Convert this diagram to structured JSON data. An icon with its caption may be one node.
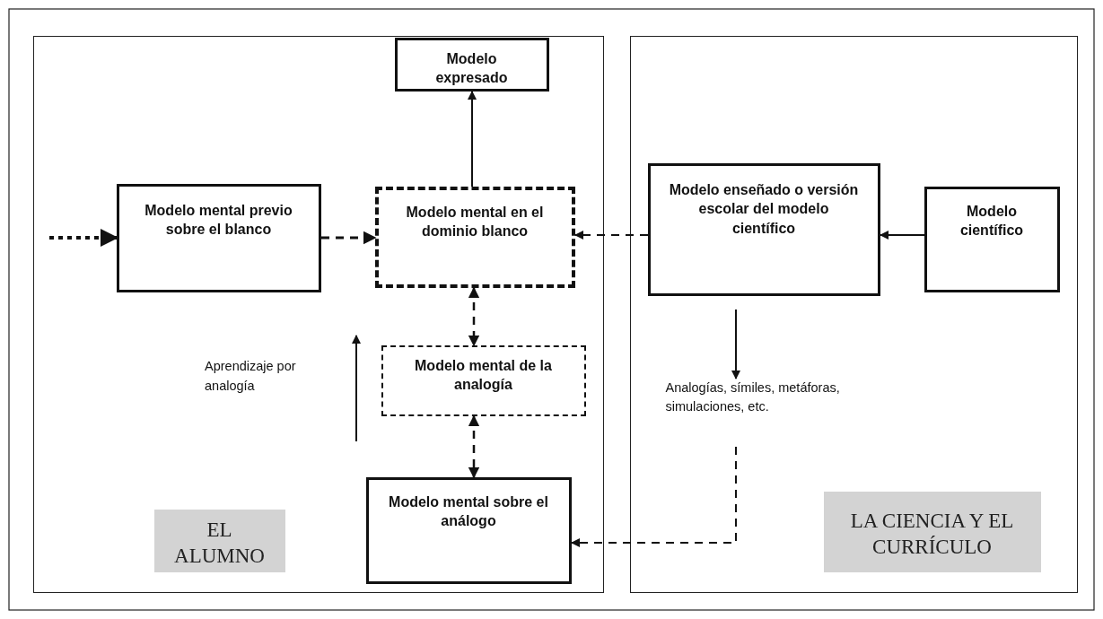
{
  "diagram": {
    "nodes": [
      {
        "text": [],
        "shape": "box"
      },
      {
        "text": [
          "Modelo expresado"
        ],
        "in": 0
      },
      {
        "text": [
          "Modelo mental previo sobre el blanco"
        ],
        "in": 0
      },
      {
        "text": [
          "Modelo mental en el dominio blanco"
        ],
        "in": 0
      },
      {
        "text": [
          "Modelo mental de la analogía"
        ],
        "in": 0
      },
      {
        "text": [
          "Modelo mental sobre el análogo"
        ],
        "in": 0
      },
      {
        "text": [
          "EL ALUMNO"
        ],
        "in": 0
      },
      {
        "text": [],
        "shape": "box"
      },
      {
        "text": [
          "Modelo enseñado o versión escolar del modelo científico"
        ],
        "in": 7
      },
      {
        "text": [
          "Modelo científico"
        ],
        "in": 7
      },
      {
        "text": [
          "Analogías, símiles, metáforas, simulaciones, etc."
        ],
        "in": 7
      },
      {
        "text": [
          "LA CIENCIA Y EL CURRÍCULO"
        ],
        "in": 7
      }
    ],
    "edges": [
      {
        "from": null,
        "to": 2,
        "arrow": "to",
        "style": "dashed"
      },
      {
        "from": 2,
        "to": 3,
        "arrow": "to",
        "style": "dashed"
      },
      {
        "from": 3,
        "to": 1,
        "arrow": "to"
      },
      {
        "from": 8,
        "to": 3,
        "arrow": "to",
        "style": "dashed"
      },
      {
        "from": 9,
        "to": 8,
        "arrow": "to"
      },
      {
        "from": 3,
        "to": 4,
        "arrow": "both",
        "style": "dashed"
      },
      {
        "from": 4,
        "to": 5,
        "arrow": "both",
        "style": "dashed"
      },
      {
        "from": 8,
        "to": 10,
        "arrow": "to"
      },
      {
        "from": 10,
        "to": 5,
        "arrow": "to",
        "style": "dashed"
      }
    ],
    "labels": [
      "Aprendizaje por analogía"
    ]
  }
}
